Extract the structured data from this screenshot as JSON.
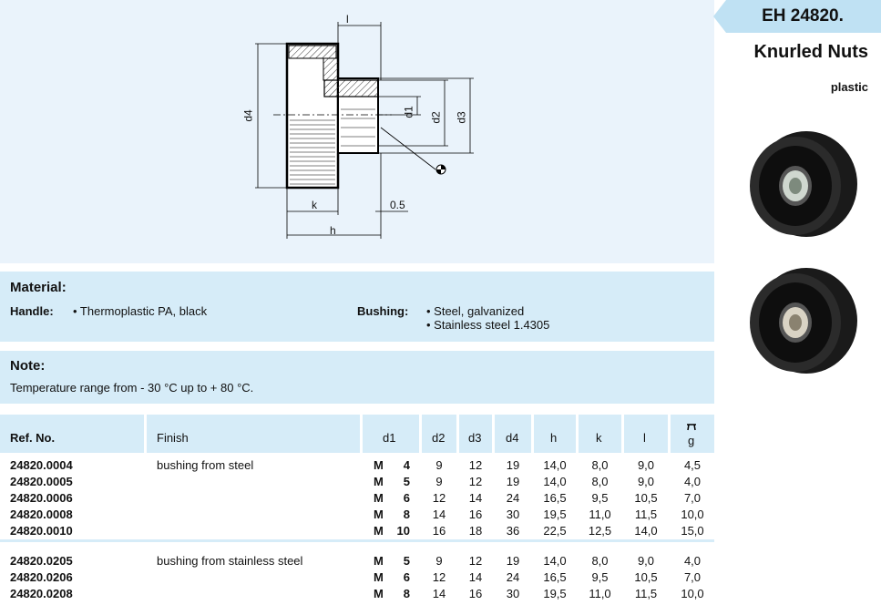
{
  "header": {
    "code": "EH 24820.",
    "title": "Knurled Nuts",
    "subtitle": "plastic"
  },
  "drawing": {
    "dim_l": "l",
    "dim_d4": "d4",
    "dim_d1": "d1",
    "dim_d2": "d2",
    "dim_d3": "d3",
    "dim_k": "k",
    "dim_h": "h",
    "dim_05": "0.5"
  },
  "material": {
    "heading": "Material:",
    "handle_label": "Handle:",
    "handle_value": "• Thermoplastic PA, black",
    "bushing_label": "Bushing:",
    "bushing_values": [
      "• Steel, galvanized",
      "• Stainless steel 1.4305"
    ]
  },
  "note": {
    "heading": "Note:",
    "text": "Temperature range from - 30 °C up to + 80 °C."
  },
  "table": {
    "headers": {
      "ref": "Ref. No.",
      "finish": "Finish",
      "d1": "d1",
      "d2": "d2",
      "d3": "d3",
      "d4": "d4",
      "h": "h",
      "k": "k",
      "l": "l",
      "g": "g"
    },
    "rows": [
      {
        "ref": "24820.0004",
        "finish": "bushing from steel",
        "m": "M",
        "size": "4",
        "d2": "9",
        "d3": "12",
        "d4": "19",
        "h": "14,0",
        "k": "8,0",
        "l": "9,0",
        "g": "4,5"
      },
      {
        "ref": "24820.0005",
        "finish": "",
        "m": "M",
        "size": "5",
        "d2": "9",
        "d3": "12",
        "d4": "19",
        "h": "14,0",
        "k": "8,0",
        "l": "9,0",
        "g": "4,0"
      },
      {
        "ref": "24820.0006",
        "finish": "",
        "m": "M",
        "size": "6",
        "d2": "12",
        "d3": "14",
        "d4": "24",
        "h": "16,5",
        "k": "9,5",
        "l": "10,5",
        "g": "7,0"
      },
      {
        "ref": "24820.0008",
        "finish": "",
        "m": "M",
        "size": "8",
        "d2": "14",
        "d3": "16",
        "d4": "30",
        "h": "19,5",
        "k": "11,0",
        "l": "11,5",
        "g": "10,0"
      },
      {
        "ref": "24820.0010",
        "finish": "",
        "m": "M",
        "size": "10",
        "d2": "16",
        "d3": "18",
        "d4": "36",
        "h": "22,5",
        "k": "12,5",
        "l": "14,0",
        "g": "15,0"
      },
      {
        "ref": "24820.0205",
        "finish": "bushing from stainless steel",
        "m": "M",
        "size": "5",
        "d2": "9",
        "d3": "12",
        "d4": "19",
        "h": "14,0",
        "k": "8,0",
        "l": "9,0",
        "g": "4,0"
      },
      {
        "ref": "24820.0206",
        "finish": "",
        "m": "M",
        "size": "6",
        "d2": "12",
        "d3": "14",
        "d4": "24",
        "h": "16,5",
        "k": "9,5",
        "l": "10,5",
        "g": "7,0"
      },
      {
        "ref": "24820.0208",
        "finish": "",
        "m": "M",
        "size": "8",
        "d2": "14",
        "d3": "16",
        "d4": "30",
        "h": "19,5",
        "k": "11,0",
        "l": "11,5",
        "g": "10,0"
      }
    ]
  }
}
